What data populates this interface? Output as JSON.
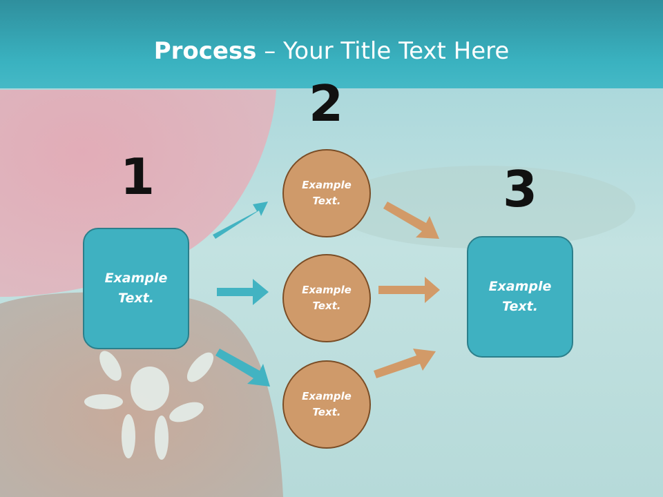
{
  "title": {
    "bold": "Process",
    "rest": " – Your Title Text Here"
  },
  "steps": [
    {
      "number": "1",
      "label": "Example Text."
    },
    {
      "number": "2",
      "labels": [
        "Example Text.",
        "Example Text.",
        "Example Text."
      ]
    },
    {
      "number": "3",
      "label": "Example Text."
    }
  ],
  "colors": {
    "teal": "#3fb1c1",
    "teal_border": "#2b7f8b",
    "orange": "#cf9a6a",
    "orange_border": "#7a4d26",
    "arrow_teal": "#42b3c2",
    "arrow_orange": "#d29a68"
  }
}
